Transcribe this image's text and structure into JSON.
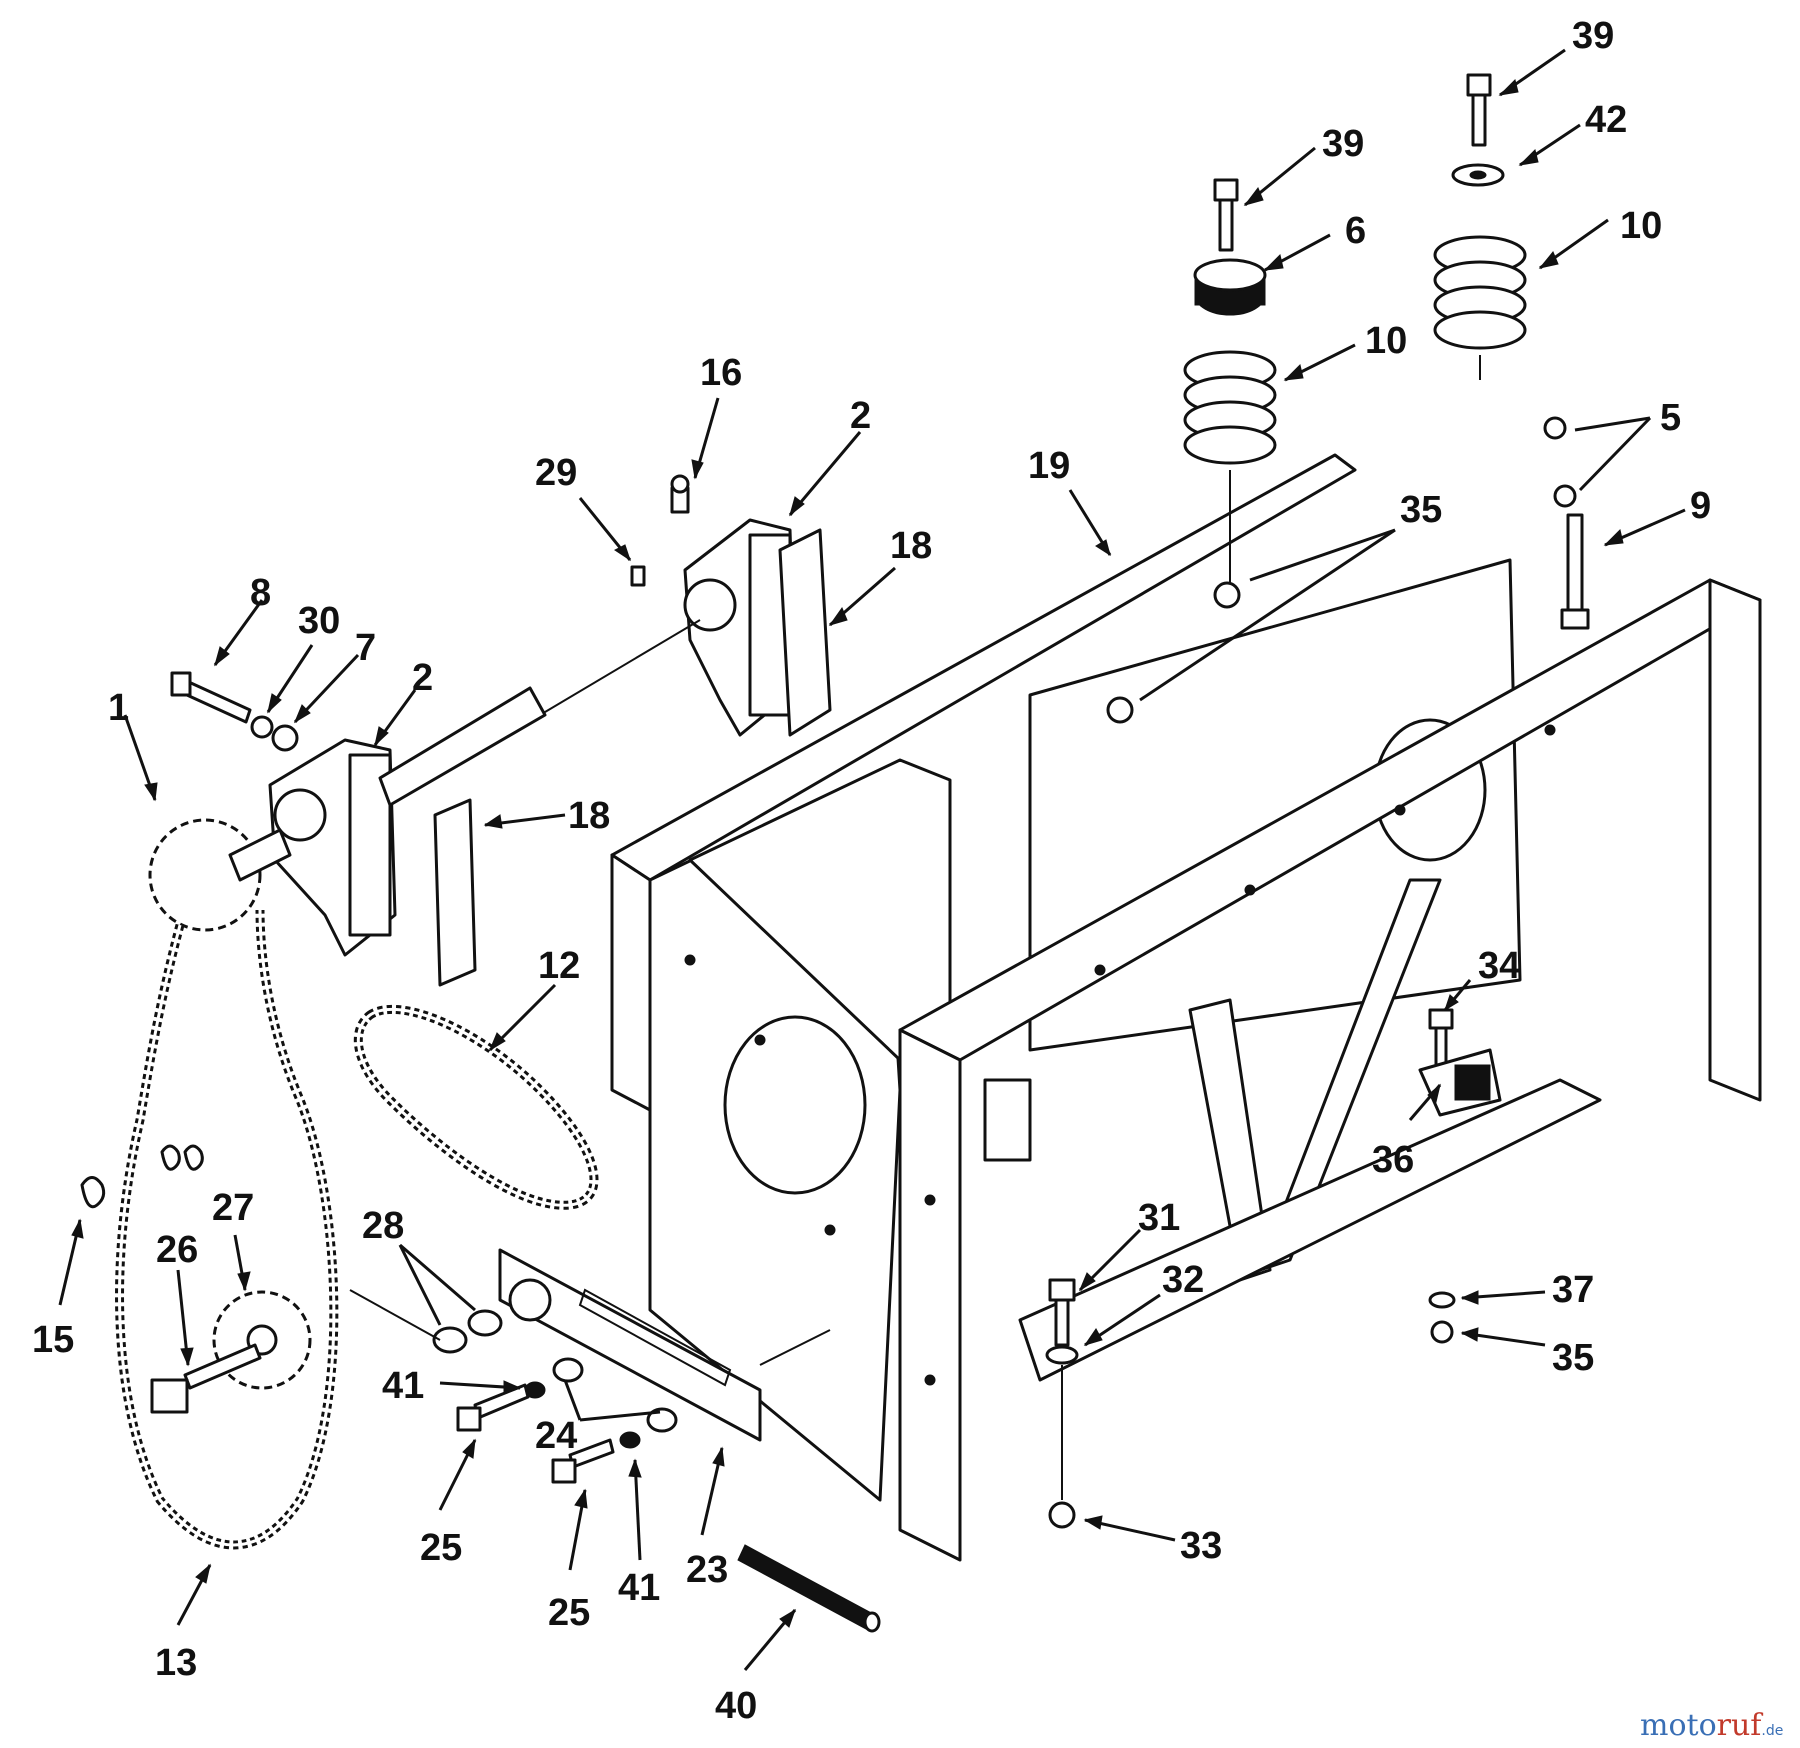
{
  "callouts": [
    {
      "id": "c39a",
      "text": "39"
    },
    {
      "id": "c42",
      "text": "42"
    },
    {
      "id": "c39b",
      "text": "39"
    },
    {
      "id": "c6",
      "text": "6"
    },
    {
      "id": "c10a",
      "text": "10"
    },
    {
      "id": "c10b",
      "text": "10"
    },
    {
      "id": "c5",
      "text": "5"
    },
    {
      "id": "c9",
      "text": "9"
    },
    {
      "id": "c16",
      "text": "16"
    },
    {
      "id": "c2a",
      "text": "2"
    },
    {
      "id": "c29",
      "text": "29"
    },
    {
      "id": "c18a",
      "text": "18"
    },
    {
      "id": "c19",
      "text": "19"
    },
    {
      "id": "c35a",
      "text": "35"
    },
    {
      "id": "c8",
      "text": "8"
    },
    {
      "id": "c30",
      "text": "30"
    },
    {
      "id": "c7",
      "text": "7"
    },
    {
      "id": "c2b",
      "text": "2"
    },
    {
      "id": "c1",
      "text": "1"
    },
    {
      "id": "c18b",
      "text": "18"
    },
    {
      "id": "c12",
      "text": "12"
    },
    {
      "id": "c34",
      "text": "34"
    },
    {
      "id": "c36",
      "text": "36"
    },
    {
      "id": "c28",
      "text": "28"
    },
    {
      "id": "c27",
      "text": "27"
    },
    {
      "id": "c26",
      "text": "26"
    },
    {
      "id": "c15",
      "text": "15"
    },
    {
      "id": "c31",
      "text": "31"
    },
    {
      "id": "c32",
      "text": "32"
    },
    {
      "id": "c37",
      "text": "37"
    },
    {
      "id": "c35b",
      "text": "35"
    },
    {
      "id": "c41a",
      "text": "41"
    },
    {
      "id": "c24",
      "text": "24"
    },
    {
      "id": "c25a",
      "text": "25"
    },
    {
      "id": "c25b",
      "text": "25"
    },
    {
      "id": "c41b",
      "text": "41"
    },
    {
      "id": "c23",
      "text": "23"
    },
    {
      "id": "c33",
      "text": "33"
    },
    {
      "id": "c13",
      "text": "13"
    },
    {
      "id": "c40",
      "text": "40"
    }
  ],
  "watermark": {
    "part1": "moto",
    "part2": "ruf",
    "suffix": ".de"
  }
}
